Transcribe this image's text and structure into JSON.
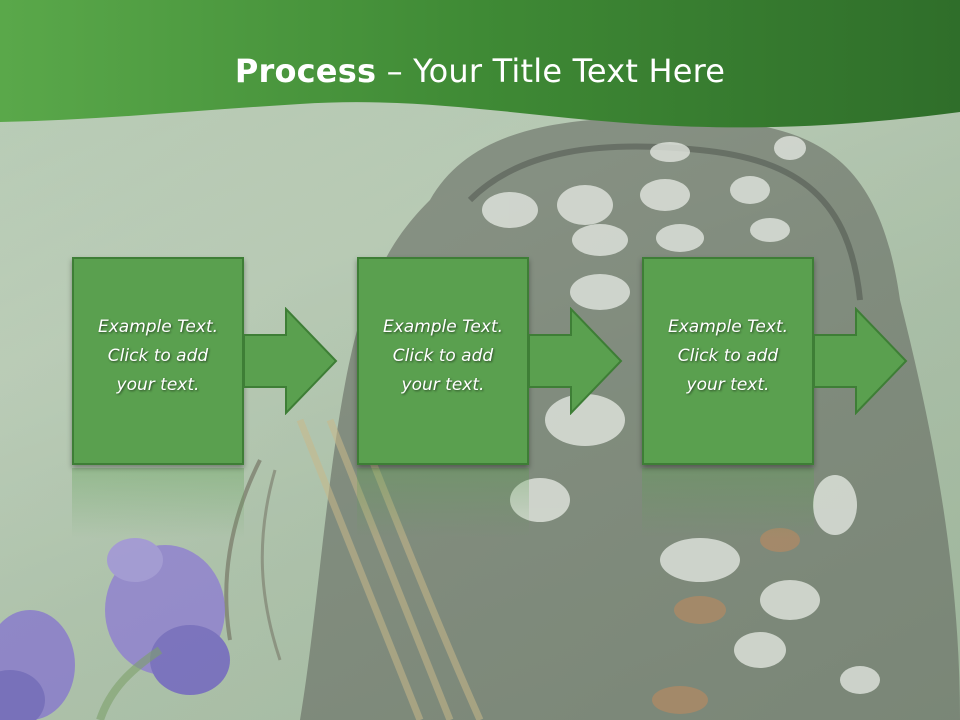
{
  "title": {
    "bold": "Process",
    "rest": " – Your Title Text Here"
  },
  "steps": [
    {
      "text": "Example Text.\nClick  to add\nyour text."
    },
    {
      "text": "Example Text.\nClick  to add\nyour text."
    },
    {
      "text": "Example Text.\nClick  to add\nyour text."
    }
  ],
  "colors": {
    "banner": "#4a9a3e",
    "box_fill": "#5aa04f",
    "box_border": "#3e7e36",
    "text": "#ffffff"
  }
}
